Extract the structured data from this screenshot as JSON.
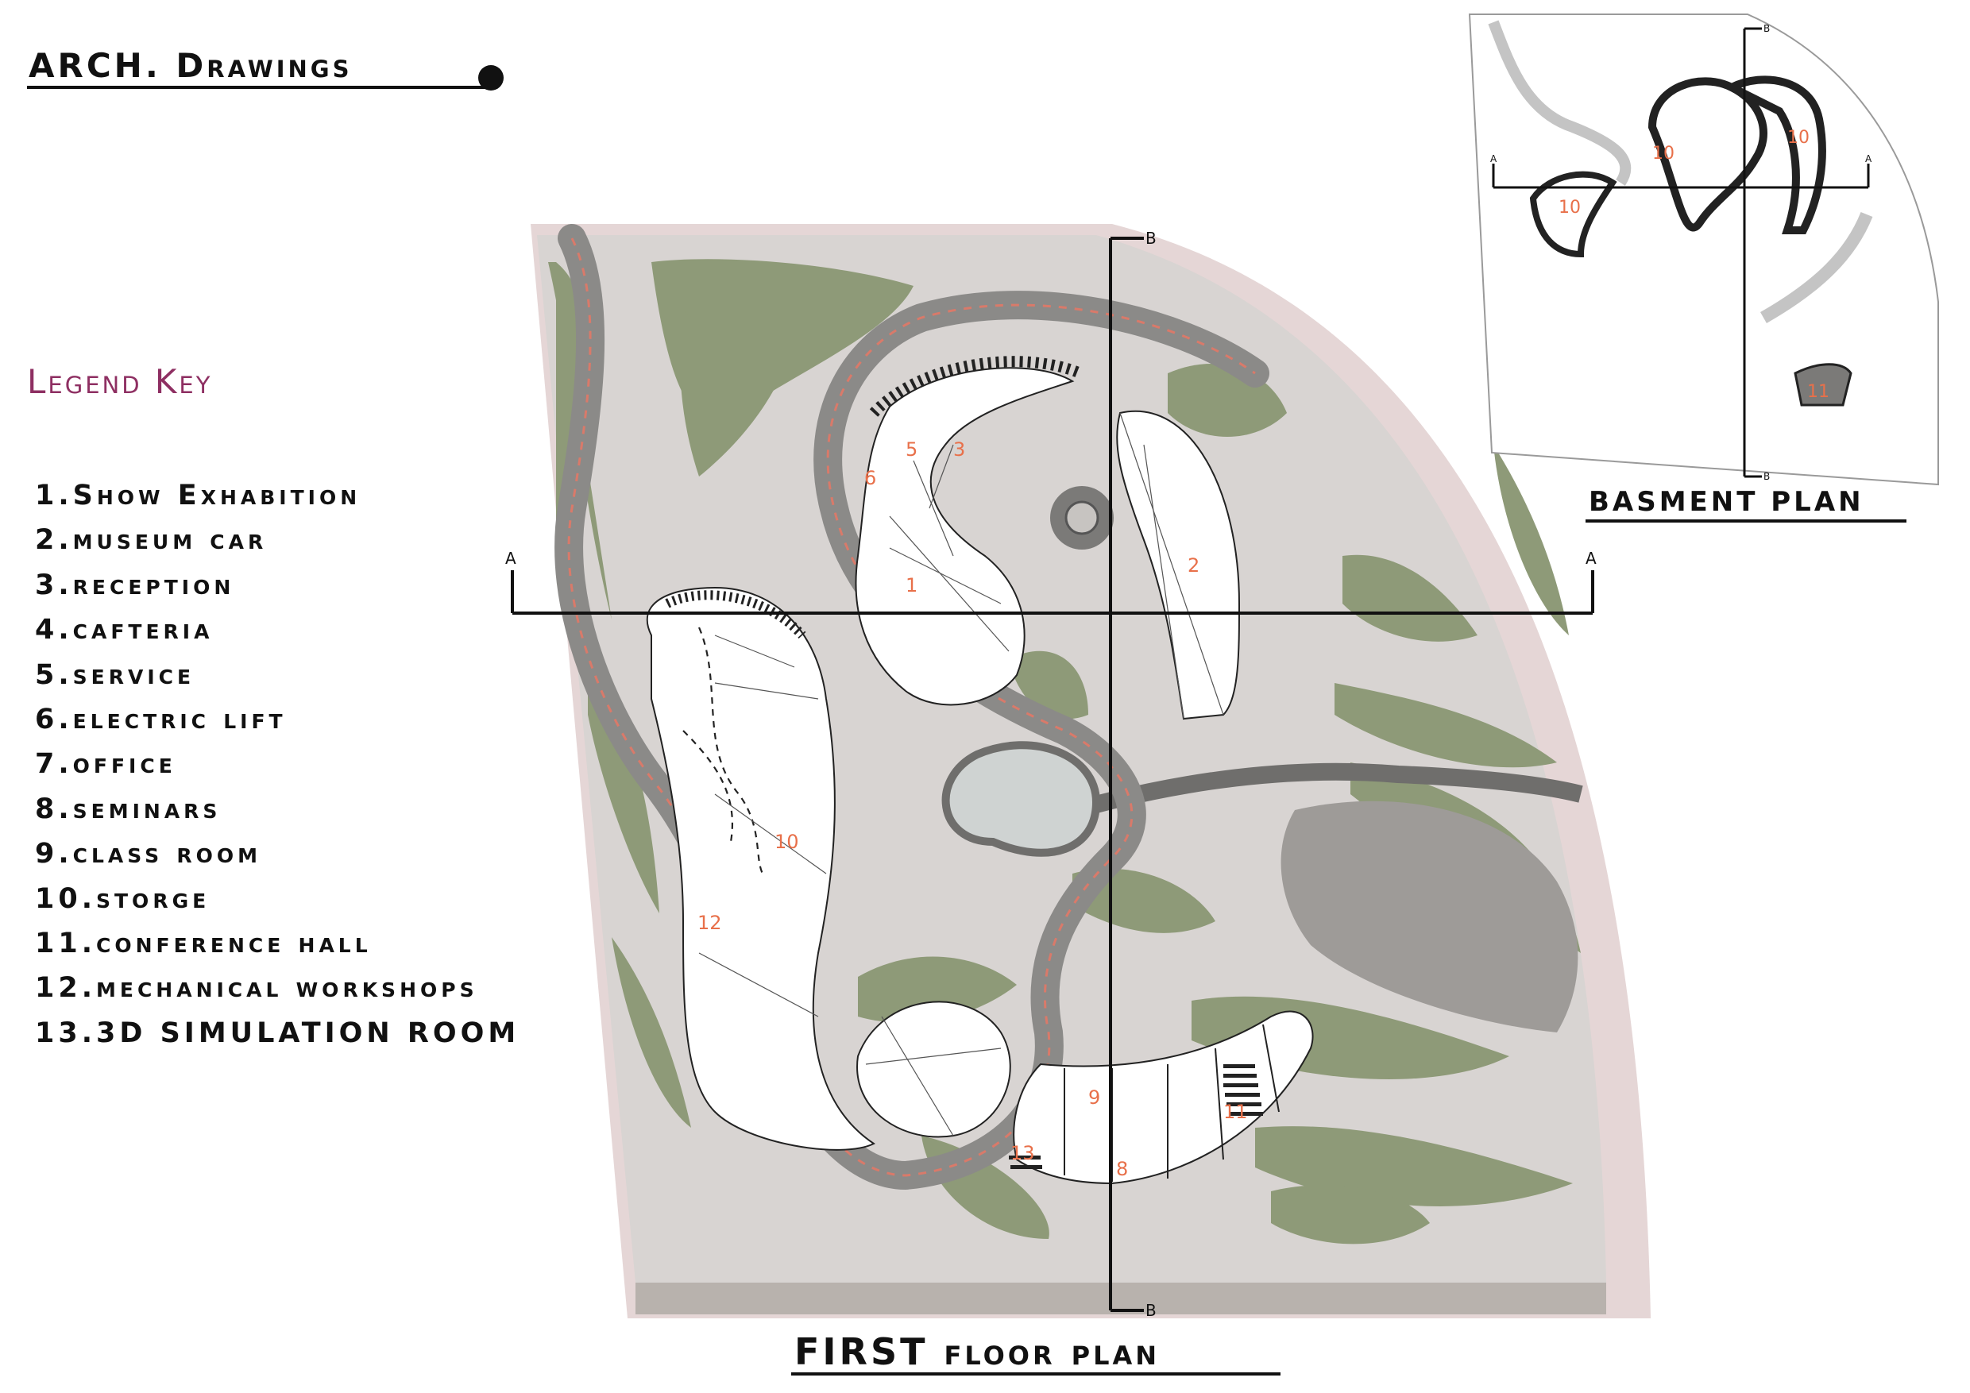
{
  "header": {
    "title": "ARCH. Drawings"
  },
  "legend": {
    "title": "Legend Key",
    "items": [
      "1.Show Exhabition",
      "2.museum car",
      "3.reception",
      "4.cafteria",
      "5.service",
      "6.electric lift",
      "7.office",
      "8.seminars",
      "9.class room",
      "10.storge",
      "11.conference hall",
      "12.mechanical workshops",
      "13.3D SIMULATION ROOM"
    ]
  },
  "first_floor": {
    "caption": "FIRST floor plan",
    "section_a_label": "A",
    "section_b_label": "B",
    "room_numbers": [
      "1",
      "2",
      "3",
      "5",
      "6",
      "10",
      "12",
      "9",
      "11",
      "13",
      "8"
    ]
  },
  "basement": {
    "caption": "BASMENT PLAN",
    "section_a_label": "A",
    "section_b_label": "B",
    "room_numbers": [
      "10",
      "10",
      "10",
      "11"
    ]
  },
  "colors": {
    "site_border": "#e5d6d6",
    "pavement": "#d8d4d2",
    "green": "#8e9a78",
    "road": "#8b8a88",
    "building": "#ffffff",
    "room_number": "#e8704a",
    "legend_title": "#8e2f62"
  }
}
